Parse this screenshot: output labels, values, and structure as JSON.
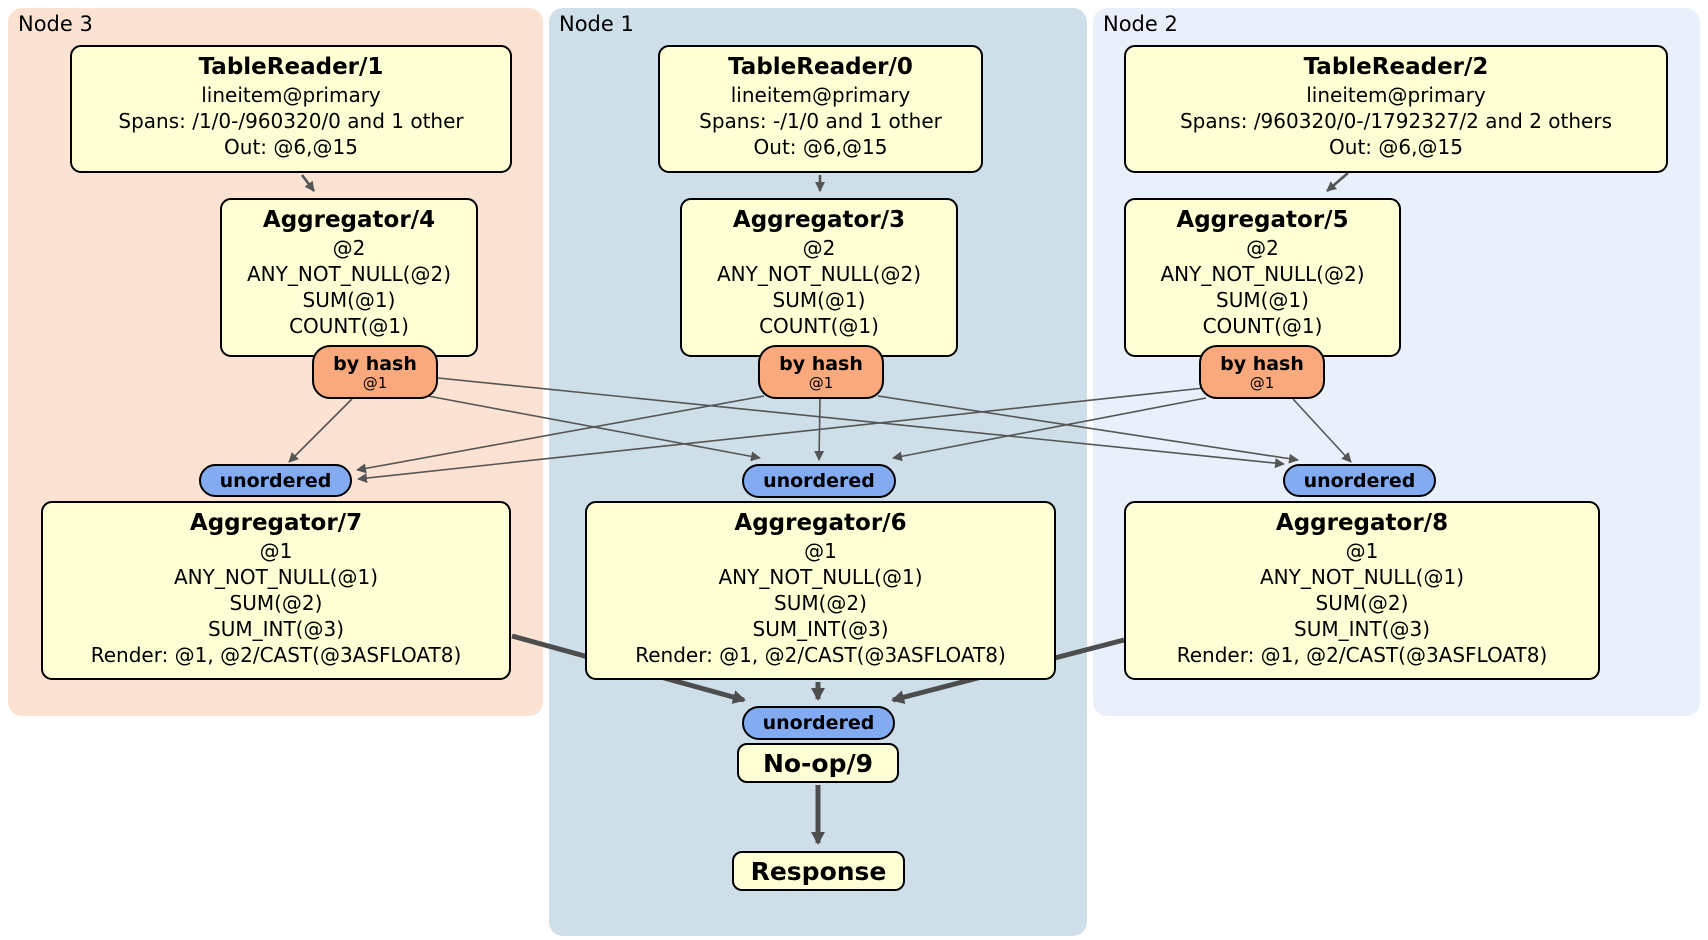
{
  "groups": {
    "node3": {
      "label": "Node 3"
    },
    "node1": {
      "label": "Node 1"
    },
    "node2": {
      "label": "Node 2"
    }
  },
  "processors": {
    "tablereader1": {
      "title": "TableReader/1",
      "lines": [
        "lineitem@primary",
        "Spans: /1/0-/960320/0 and 1 other",
        "Out: @6,@15"
      ]
    },
    "tablereader0": {
      "title": "TableReader/0",
      "lines": [
        "lineitem@primary",
        "Spans: -/1/0 and 1 other",
        "Out: @6,@15"
      ]
    },
    "tablereader2": {
      "title": "TableReader/2",
      "lines": [
        "lineitem@primary",
        "Spans: /960320/0-/1792327/2 and 2 others",
        "Out: @6,@15"
      ]
    },
    "aggregator4": {
      "title": "Aggregator/4",
      "lines": [
        "@2",
        "ANY_NOT_NULL(@2)",
        "SUM(@1)",
        "COUNT(@1)"
      ]
    },
    "aggregator3": {
      "title": "Aggregator/3",
      "lines": [
        "@2",
        "ANY_NOT_NULL(@2)",
        "SUM(@1)",
        "COUNT(@1)"
      ]
    },
    "aggregator5": {
      "title": "Aggregator/5",
      "lines": [
        "@2",
        "ANY_NOT_NULL(@2)",
        "SUM(@1)",
        "COUNT(@1)"
      ]
    },
    "aggregator7": {
      "title": "Aggregator/7",
      "lines": [
        "@1",
        "ANY_NOT_NULL(@1)",
        "SUM(@2)",
        "SUM_INT(@3)",
        "Render: @1, @2/CAST(@3ASFLOAT8)"
      ]
    },
    "aggregator6": {
      "title": "Aggregator/6",
      "lines": [
        "@1",
        "ANY_NOT_NULL(@1)",
        "SUM(@2)",
        "SUM_INT(@3)",
        "Render: @1, @2/CAST(@3ASFLOAT8)"
      ]
    },
    "aggregator8": {
      "title": "Aggregator/8",
      "lines": [
        "@1",
        "ANY_NOT_NULL(@1)",
        "SUM(@2)",
        "SUM_INT(@3)",
        "Render: @1, @2/CAST(@3ASFLOAT8)"
      ]
    },
    "noop9": {
      "title": "No-op/9"
    },
    "response": {
      "title": "Response"
    }
  },
  "routers": {
    "byhash4": {
      "label": "by hash",
      "detail": "@1"
    },
    "byhash3": {
      "label": "by hash",
      "detail": "@1"
    },
    "byhash5": {
      "label": "by hash",
      "detail": "@1"
    }
  },
  "syncs": {
    "unordered7": {
      "label": "unordered"
    },
    "unordered6": {
      "label": "unordered"
    },
    "unordered8": {
      "label": "unordered"
    },
    "unordered_final": {
      "label": "unordered"
    }
  },
  "colors": {
    "page-bg": "#ffffff",
    "node3-bg": "#fce2d3",
    "node1-bg": "#cfdfe9",
    "node2-bg": "#eaf0fb",
    "box-bg": "#ffffd6",
    "box-border": "#000000",
    "router-bg": "#f9a97c",
    "sync-bg": "#83abf2",
    "edge-color": "#555555",
    "edge-thick-color": "#4d4d4d",
    "text-color": "#000000"
  }
}
